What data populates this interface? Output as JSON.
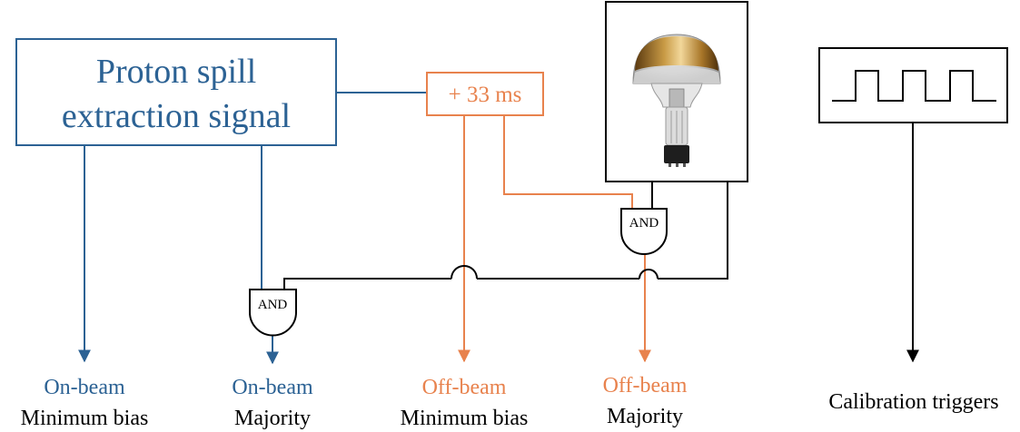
{
  "colors": {
    "blue": "#2c6294",
    "orange": "#e8824d",
    "black": "#000000"
  },
  "source_box": {
    "line1": "Proton spill",
    "line2": "extraction signal"
  },
  "delay_box": {
    "label": "+ 33 ms"
  },
  "gates": {
    "left": "AND",
    "right": "AND"
  },
  "pmt_box": {
    "icon": "photomultiplier-tube-icon"
  },
  "pulse_box": {
    "icon": "pulse-train-icon"
  },
  "outputs": [
    {
      "top": "On-beam",
      "bottom": "Minimum bias",
      "color": "blue"
    },
    {
      "top": "On-beam",
      "bottom": "Majority",
      "color": "blue"
    },
    {
      "top": "Off-beam",
      "bottom": "Minimum bias",
      "color": "orange"
    },
    {
      "top": "Off-beam",
      "bottom": "Majority",
      "color": "orange"
    }
  ],
  "calibration": {
    "label": "Calibration triggers"
  }
}
